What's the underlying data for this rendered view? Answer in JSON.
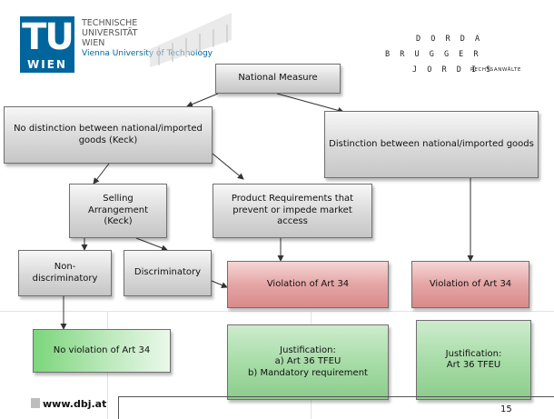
{
  "header": {
    "logo": {
      "big": "TU",
      "small": "WIEN"
    },
    "university": [
      "TECHNISCHE",
      "UNIVERSITÄT",
      "WIEN"
    ],
    "university_sub": "Vienna University of Technology",
    "firm": {
      "line1": "D O R D A",
      "line2": "B R U G G E R",
      "line3": "J O R D I S",
      "suffix": "RECHTSANWÄLTE"
    }
  },
  "diagram": {
    "national_measure": "National Measure",
    "no_distinction": "No distinction between national/imported goods (Keck)",
    "distinction": "Distinction between national/imported goods",
    "selling_arrangement": "Selling Arrangement (Keck)",
    "product_requirements": "Product Requirements that prevent or impede market access",
    "non_discriminatory": "Non-discriminatory",
    "discriminatory": "Discriminatory",
    "violation_center": "Violation of Art 34",
    "violation_right": "Violation of Art 34",
    "no_violation": "No violation of Art 34",
    "justification_center": {
      "title": "Justification:",
      "a": "a) Art 36 TFEU",
      "b": "b) Mandatory requirement"
    },
    "justification_right": {
      "title": "Justification:",
      "line": "Art 36 TFEU"
    }
  },
  "footer": {
    "url": "www.dbj.at",
    "page": "15"
  },
  "colors": {
    "tu_blue": "#00659c",
    "gray_box": "#d9d9d9",
    "red_box": "#e5a5a5",
    "green_box": "#a8dca8"
  }
}
